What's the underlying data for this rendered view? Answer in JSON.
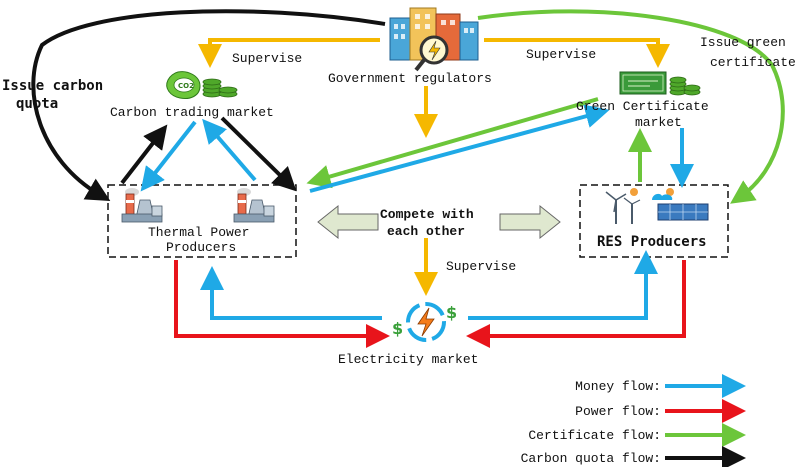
{
  "nodes": {
    "government": {
      "label": "Government regulators"
    },
    "carbon_market": {
      "label": "Carbon trading market"
    },
    "green_market": {
      "line1": "Green Certificate",
      "line2": "market"
    },
    "thermal": {
      "line1": "Thermal Power",
      "line2": "Producers"
    },
    "res": {
      "label": "RES Producers"
    },
    "electricity": {
      "label": "Electricity market"
    }
  },
  "edge_labels": {
    "supervise_left": "Supervise",
    "supervise_right": "Supervise",
    "supervise_bottom": "Supervise",
    "issue_carbon_1": "Issue carbon",
    "issue_carbon_2": "quota",
    "issue_green_1": "Issue green",
    "issue_green_2": "certificate",
    "compete_1": "Compete with",
    "compete_2": "each other"
  },
  "legend": [
    {
      "label": "Money flow:",
      "color": "#1fa9e6"
    },
    {
      "label": "Power flow:",
      "color": "#e8141b"
    },
    {
      "label": "Certificate flow:",
      "color": "#6cc63a"
    },
    {
      "label": "Carbon quota flow:",
      "color": "#111111"
    }
  ],
  "colors": {
    "money": "#1fa9e6",
    "power": "#e8141b",
    "certificate": "#6cc63a",
    "carbon": "#111111",
    "supervise": "#f5b800",
    "compete": "#dfe8cf"
  },
  "icons": {
    "government": "government-building-icon",
    "carbon_market": "co2-coins-icon",
    "green_market": "green-certificate-icon",
    "thermal": "thermal-power-plant-icon",
    "res": "wind-solar-icon",
    "electricity": "electricity-money-cycle-icon"
  }
}
